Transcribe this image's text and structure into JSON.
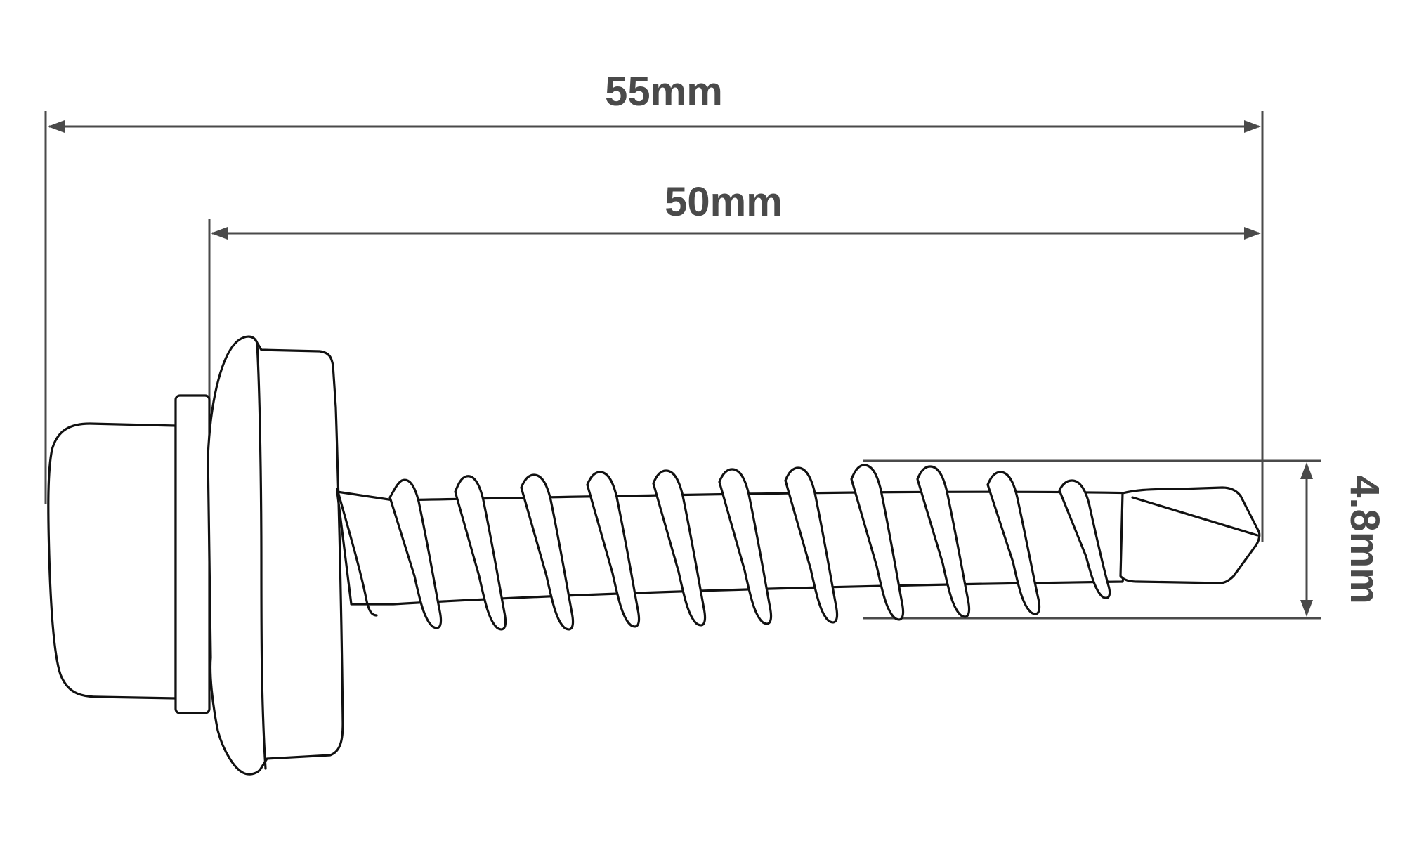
{
  "dimensions": {
    "overall_length": "55mm",
    "thread_length": "50mm",
    "diameter": "4.8mm"
  },
  "colors": {
    "dimension": "#4a4a4a",
    "outline": "#111111",
    "background": "#ffffff"
  }
}
